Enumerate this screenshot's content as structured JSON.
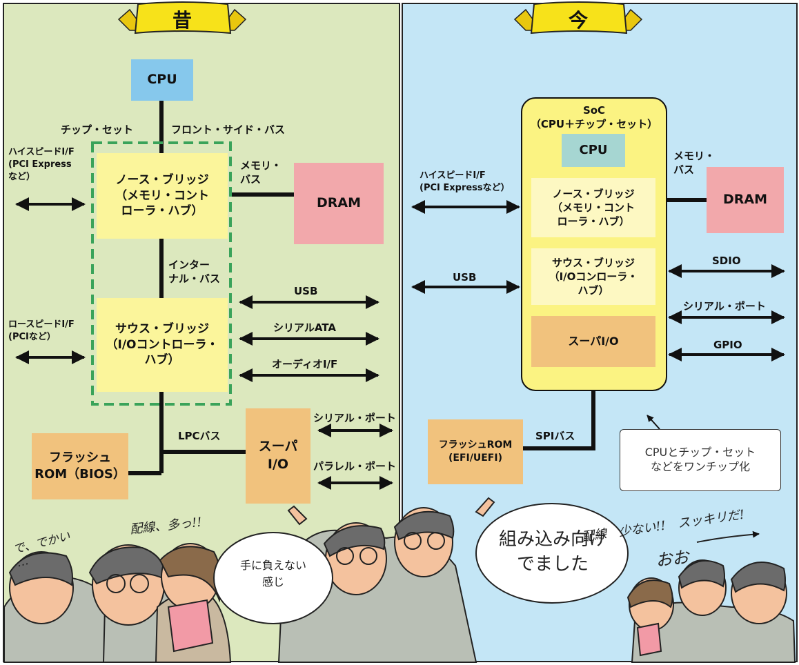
{
  "banners": {
    "old": "昔",
    "new": "今"
  },
  "old": {
    "cpu": "CPU",
    "chipset_label": "チップ・セット",
    "fsb_label": "フロント・サイド・バス",
    "northbridge": "ノース・ブリッジ\n（メモリ・コント\nローラ・ハブ）",
    "memory_bus_label": "メモリ・\nバス",
    "dram": "DRAM",
    "highspeed_if": "ハイスピードI/F\n(PCI Express\nなど）",
    "internal_bus": "インター\nナル・バス",
    "southbridge": "サウス・ブリッジ\n（I/Oコントローラ・\nハブ）",
    "lowspeed_if": "ロースピードI/F\n(PCIなど）",
    "usb": "USB",
    "sata": "シリアルATA",
    "audio_if": "オーディオI/F",
    "lpc_bus": "LPCバス",
    "flash_rom": "フラッシュ\nROM（BIOS）",
    "super_io": "スーパ\nI/O",
    "serial_port": "シリアル・ポート",
    "parallel_port": "パラレル・ポート"
  },
  "new": {
    "soc_title": "SoC\n（CPU＋チップ・セット）",
    "cpu": "CPU",
    "northbridge": "ノース・ブリッジ\n（メモリ・コント\nローラ・ハブ）",
    "southbridge": "サウス・ブリッジ\n（I/Oコンローラ・\nハブ）",
    "super_io": "スーパI/O",
    "memory_bus_label": "メモリ・\nバス",
    "dram": "DRAM",
    "highspeed_if": "ハイスピードI/F\n(PCI Expressなど）",
    "usb": "USB",
    "sdio": "SDIO",
    "serial_port": "シリアル・ポート",
    "gpio": "GPIO",
    "flash_rom": "フラッシュROM\n(EFI/UEFI)",
    "spi_bus": "SPIバス",
    "note": "CPUとチップ・セット\nなどをワンチップ化"
  },
  "cartoon": {
    "left_bubble": "手に負えない\n感じ",
    "right_bubble": "組み込み向け\nでました",
    "doodle_big": "で、でかい\n…",
    "doodle_wires": "配線、多っ!!",
    "doodle_few": "配線　少ない!!　スッキリだ!",
    "doodle_oh": "おお"
  },
  "colors": {
    "old_background": "#dce8be",
    "new_background": "#c4e6f6",
    "bridge_yellow": "#fbf59b",
    "dram_pink": "#f2a8ab",
    "cpu_blue": "#86c8ec",
    "io_orange": "#f1c27d",
    "chipset_outline": "#3aa35a",
    "banner_yellow": "#f7e21a"
  }
}
